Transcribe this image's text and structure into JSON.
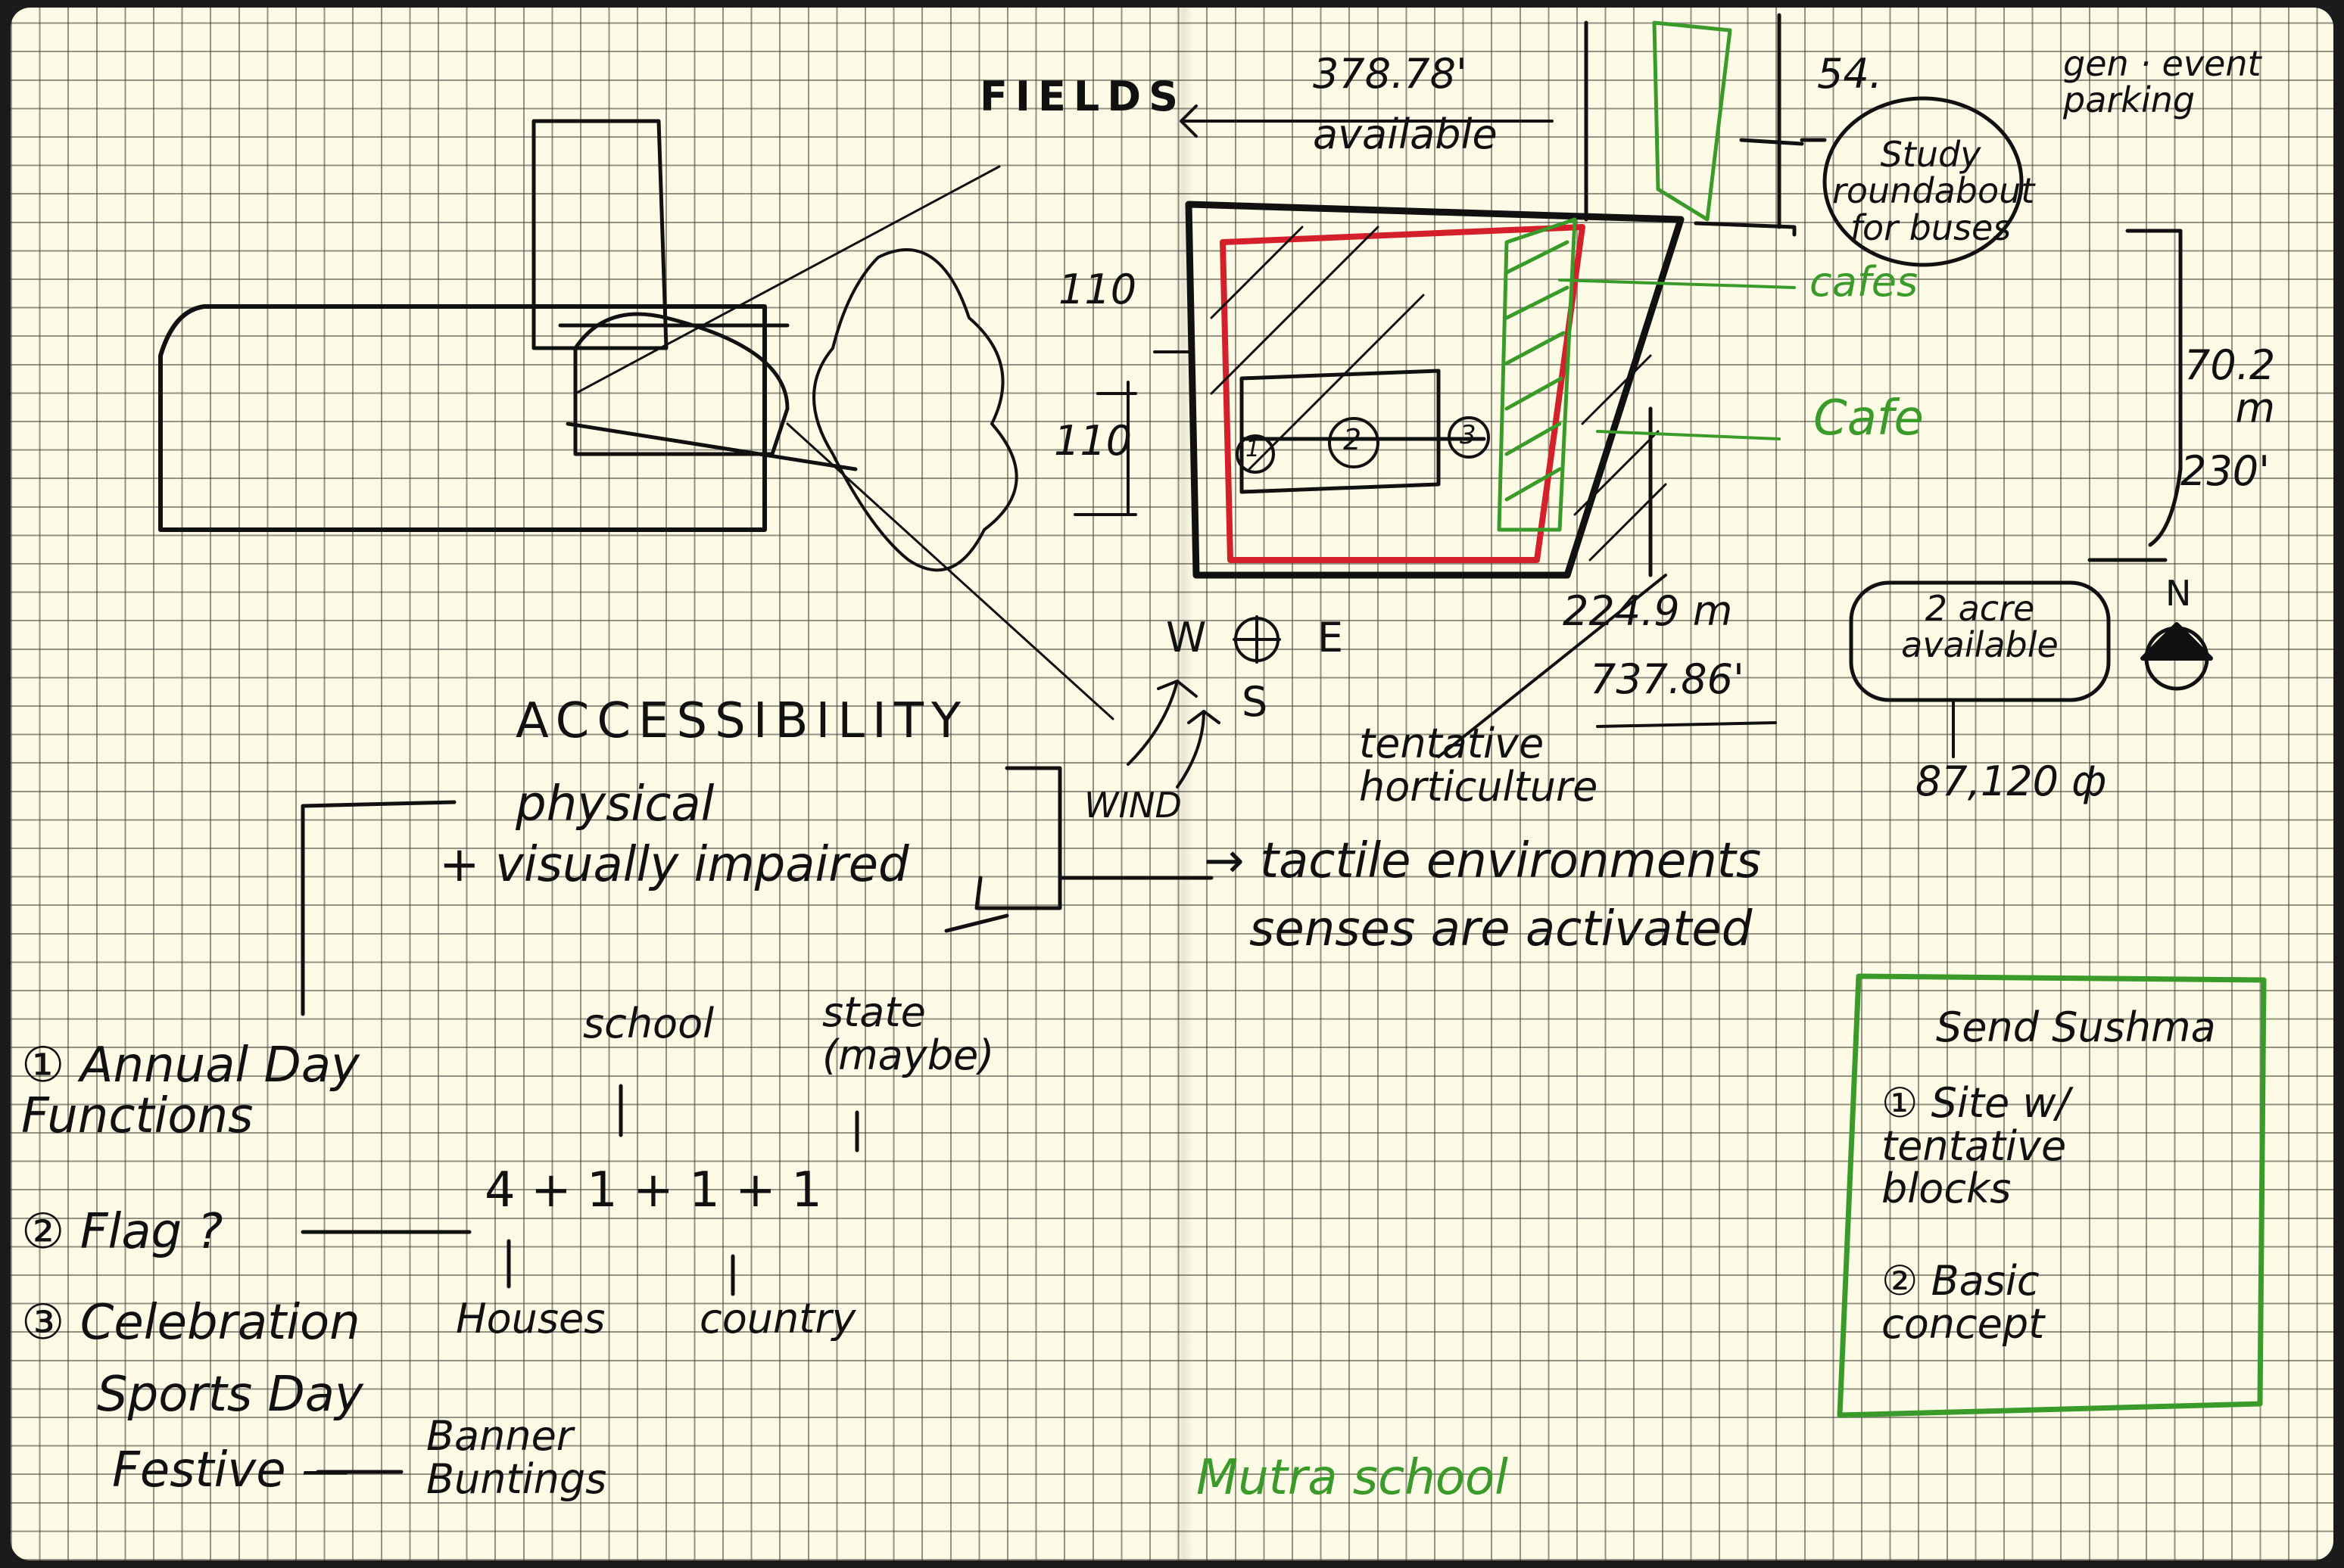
{
  "colors": {
    "ink": "#111111",
    "green": "#3a9a2a",
    "red": "#d3202a",
    "paper": "#fdfbe6"
  },
  "site": {
    "fields": "FIELDS",
    "dim_top_ft": "378.78'",
    "available": "available",
    "dim_54": "54.",
    "parking": "gen · event parking",
    "roundabout": "Study roundabout for buses",
    "cafes": "cafes",
    "cafe": "Cafe",
    "dim_right_m": "70.2 m",
    "dim_right_ft": "230'",
    "dim_110a": "110",
    "dim_110b": "110",
    "dim_bottom_m": "224.9 m",
    "dim_bottom_ft": "737.86'",
    "acre": "2 acre available",
    "sqft": "87,120 ф",
    "north": "N",
    "compass": {
      "w": "W",
      "e": "E",
      "s": "S"
    },
    "wind": "WIND",
    "horticulture": "tentative horticulture",
    "blocks": [
      "1",
      "2",
      "3"
    ]
  },
  "accessibility": {
    "title": "ACCESSIBILITY",
    "physical": "physical",
    "visual": "+ visually impaired",
    "tactile": "→ tactile environments",
    "senses": "senses are activated"
  },
  "events": {
    "item1": "① Annual Day Functions",
    "item2": "② Flag ?",
    "item3": "③ Celebration",
    "sports": "Sports Day",
    "festive": "Festive —",
    "banner": "Banner Buntings",
    "school": "school",
    "state": "state (maybe)",
    "sum": "4 + 1 + 1 + 1",
    "houses": "Houses",
    "country": "country"
  },
  "todo": {
    "title": "Send Sushma",
    "item1": "① Site w/ tentative blocks",
    "item2": "② Basic concept"
  },
  "footer": "Mutra school"
}
